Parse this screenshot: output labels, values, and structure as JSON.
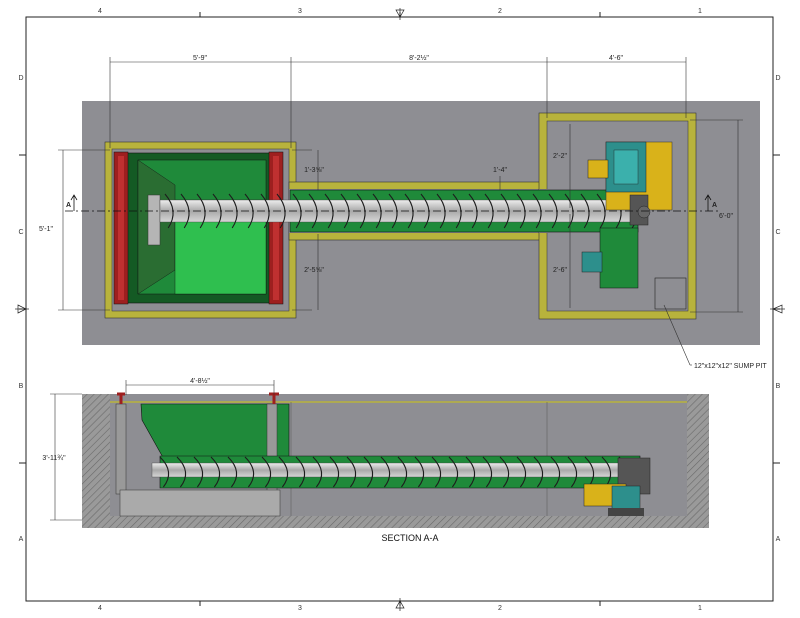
{
  "drawing": {
    "section_title": "SECTION A-A",
    "section_marker_left": "A",
    "section_marker_right": "A",
    "sump_pit_note": "12\"x12\"x12\" SUMP PIT",
    "zones_top": [
      "4",
      "3",
      "2",
      "1"
    ],
    "zones_bottom": [
      "4",
      "3",
      "2",
      "1"
    ],
    "zones_side": [
      "D",
      "C",
      "B",
      "A"
    ]
  },
  "dimensions": {
    "plan_left_width": "5'-9\"",
    "plan_mid_length": "8'-2½\"",
    "plan_right_width": "4'-6\"",
    "plan_pit_height": "5'-1\"",
    "plan_right_height": "6'-0\"",
    "plan_trench_top": "1'-3⅝\"",
    "plan_trench_width": "1'-4\"",
    "plan_trench_bottom": "2'-5⅝\"",
    "plan_right_upper": "2'-2\"",
    "plan_right_lower": "2'-6\"",
    "section_height": "3'-11¾\"",
    "section_hopper_width": "4'-8½\""
  },
  "colors": {
    "floor": "#8e8e93",
    "curb": "#b8b33c",
    "machine_green": "#1f8a3a",
    "light_green": "#2fbf4f",
    "dark_green": "#145a24",
    "frame_red": "#9e1f1f",
    "auger_gray": "#c8c8c8",
    "motor_teal": "#2d8f8c",
    "motor_yellow": "#d9b21a"
  }
}
